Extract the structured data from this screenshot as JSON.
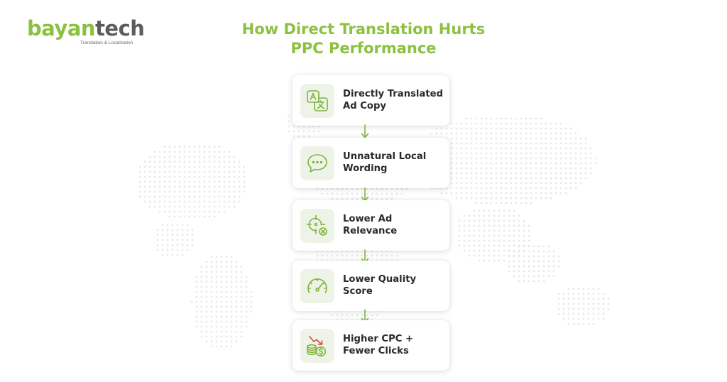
{
  "logo": {
    "brand_part1": "bayan",
    "brand_part2": "tech",
    "tagline": "Translation & Localization"
  },
  "title": {
    "line1": "How Direct Translation Hurts",
    "line2": "PPC Performance"
  },
  "steps": [
    {
      "label": "Directly Translated Ad Copy",
      "icon": "translate-icon"
    },
    {
      "label": "Unnatural Local Wording",
      "icon": "chat-bubble-icon"
    },
    {
      "label": "Lower Ad Relevance",
      "icon": "target-cross-icon"
    },
    {
      "label": "Lower Quality Score",
      "icon": "speedometer-icon"
    },
    {
      "label": "Higher CPC + Fewer Clicks",
      "icon": "coins-down-arrow-icon"
    }
  ],
  "colors": {
    "brand_green": "#8cc13f",
    "brand_gray": "#5c5c5c",
    "icon_bg": "#eef3e7",
    "icon_green": "#7fb539",
    "accent_red": "#d9463b",
    "map_dots": "#e7e7e7"
  }
}
